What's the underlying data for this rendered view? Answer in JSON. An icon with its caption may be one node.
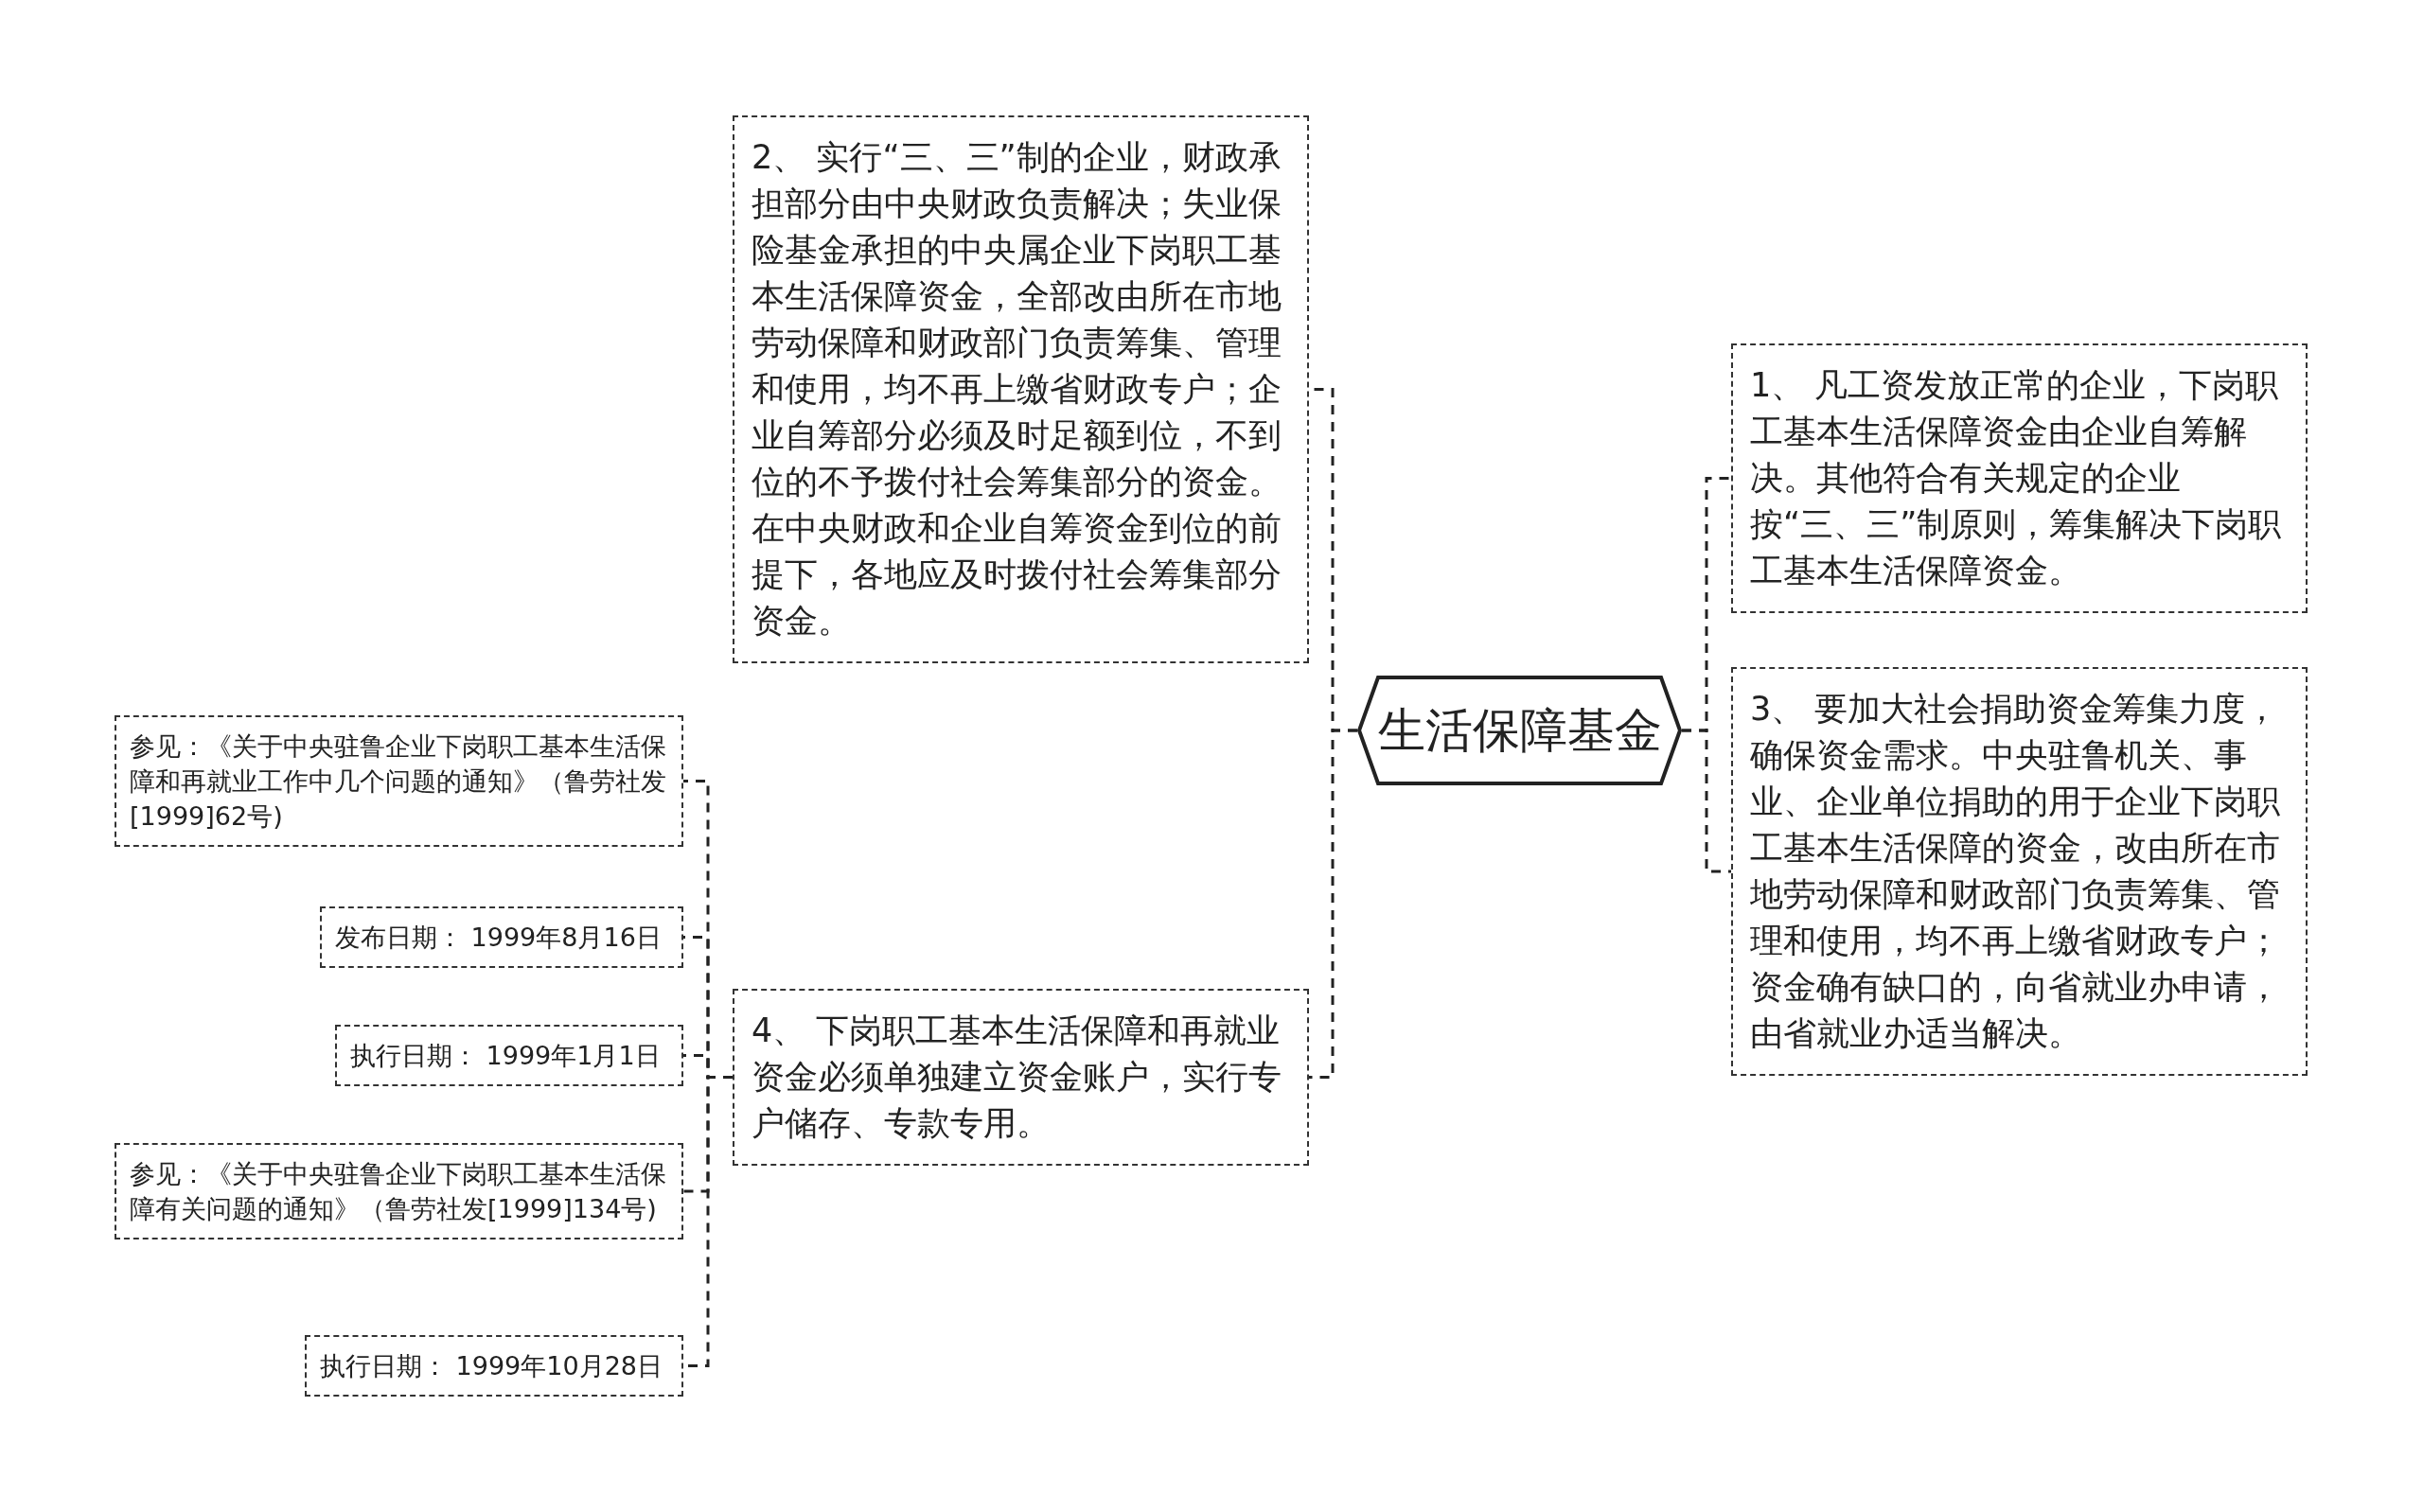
{
  "diagram": {
    "nodes": [
      {
        "text": [
          "生活保障基金"
        ]
      },
      {
        "text": [
          "2、 实行“三、三”制的企业，财政承担部分由中央财政负责解决；失业保险基金承担的中央属企业下岗职工基本生活保障资金，全部改由所在市地劳动保障和财政部门负责筹集、管理和使用，均不再上缴省财政专户；企业自筹部分必须及时足额到位，不到位的不予拨付社会筹集部分的资金。在中央财政和企业自筹资金到位的前提下，各地应及时拨付社会筹集部分资金。"
        ]
      },
      {
        "text": [
          "1、 凡工资发放正常的企业，下岗职工基本生活保障资金由企业自筹解决。其他符合有关规定的企业按“三、三”制原则，筹集解决下岗职工基本生活保障资金。"
        ]
      },
      {
        "text": [
          "3、 要加大社会捐助资金筹集力度，确保资金需求。中央驻鲁机关、事业、企业单位捐助的用于企业下岗职工基本生活保障的资金，改由所在市地劳动保障和财政部门负责筹集、管理和使用，均不再上缴省财政专户；资金确有缺口的，向省就业办申请，由省就业办适当解决。"
        ]
      },
      {
        "text": [
          "4、 下岗职工基本生活保障和再就业资金必须单独建立资金账户，实行专户储存、专款专用。"
        ]
      },
      {
        "text": [
          "参见：《关于中央驻鲁企业下岗职工基本生活保障和再就业工作中几个问题的通知》（鲁劳社发[1999]62号)"
        ]
      },
      {
        "text": [
          "发布日期： 1999年8月16日"
        ]
      },
      {
        "text": [
          "执行日期： 1999年1月1日"
        ]
      },
      {
        "text": [
          "参见：《关于中央驻鲁企业下岗职工基本生活保障有关问题的通知》（鲁劳社发[1999]134号)"
        ]
      },
      {
        "text": [
          "执行日期： 1999年10月28日"
        ]
      }
    ],
    "edges": [
      {
        "from": 0,
        "to": 1,
        "arrow": "none"
      },
      {
        "from": 0,
        "to": 4,
        "arrow": "none"
      },
      {
        "from": 0,
        "to": 2,
        "arrow": "none"
      },
      {
        "from": 0,
        "to": 3,
        "arrow": "none"
      },
      {
        "from": 4,
        "to": 5,
        "arrow": "none"
      },
      {
        "from": 4,
        "to": 6,
        "arrow": "none"
      },
      {
        "from": 4,
        "to": 7,
        "arrow": "none"
      },
      {
        "from": 4,
        "to": 8,
        "arrow": "none"
      },
      {
        "from": 4,
        "to": 9,
        "arrow": "none"
      }
    ]
  }
}
